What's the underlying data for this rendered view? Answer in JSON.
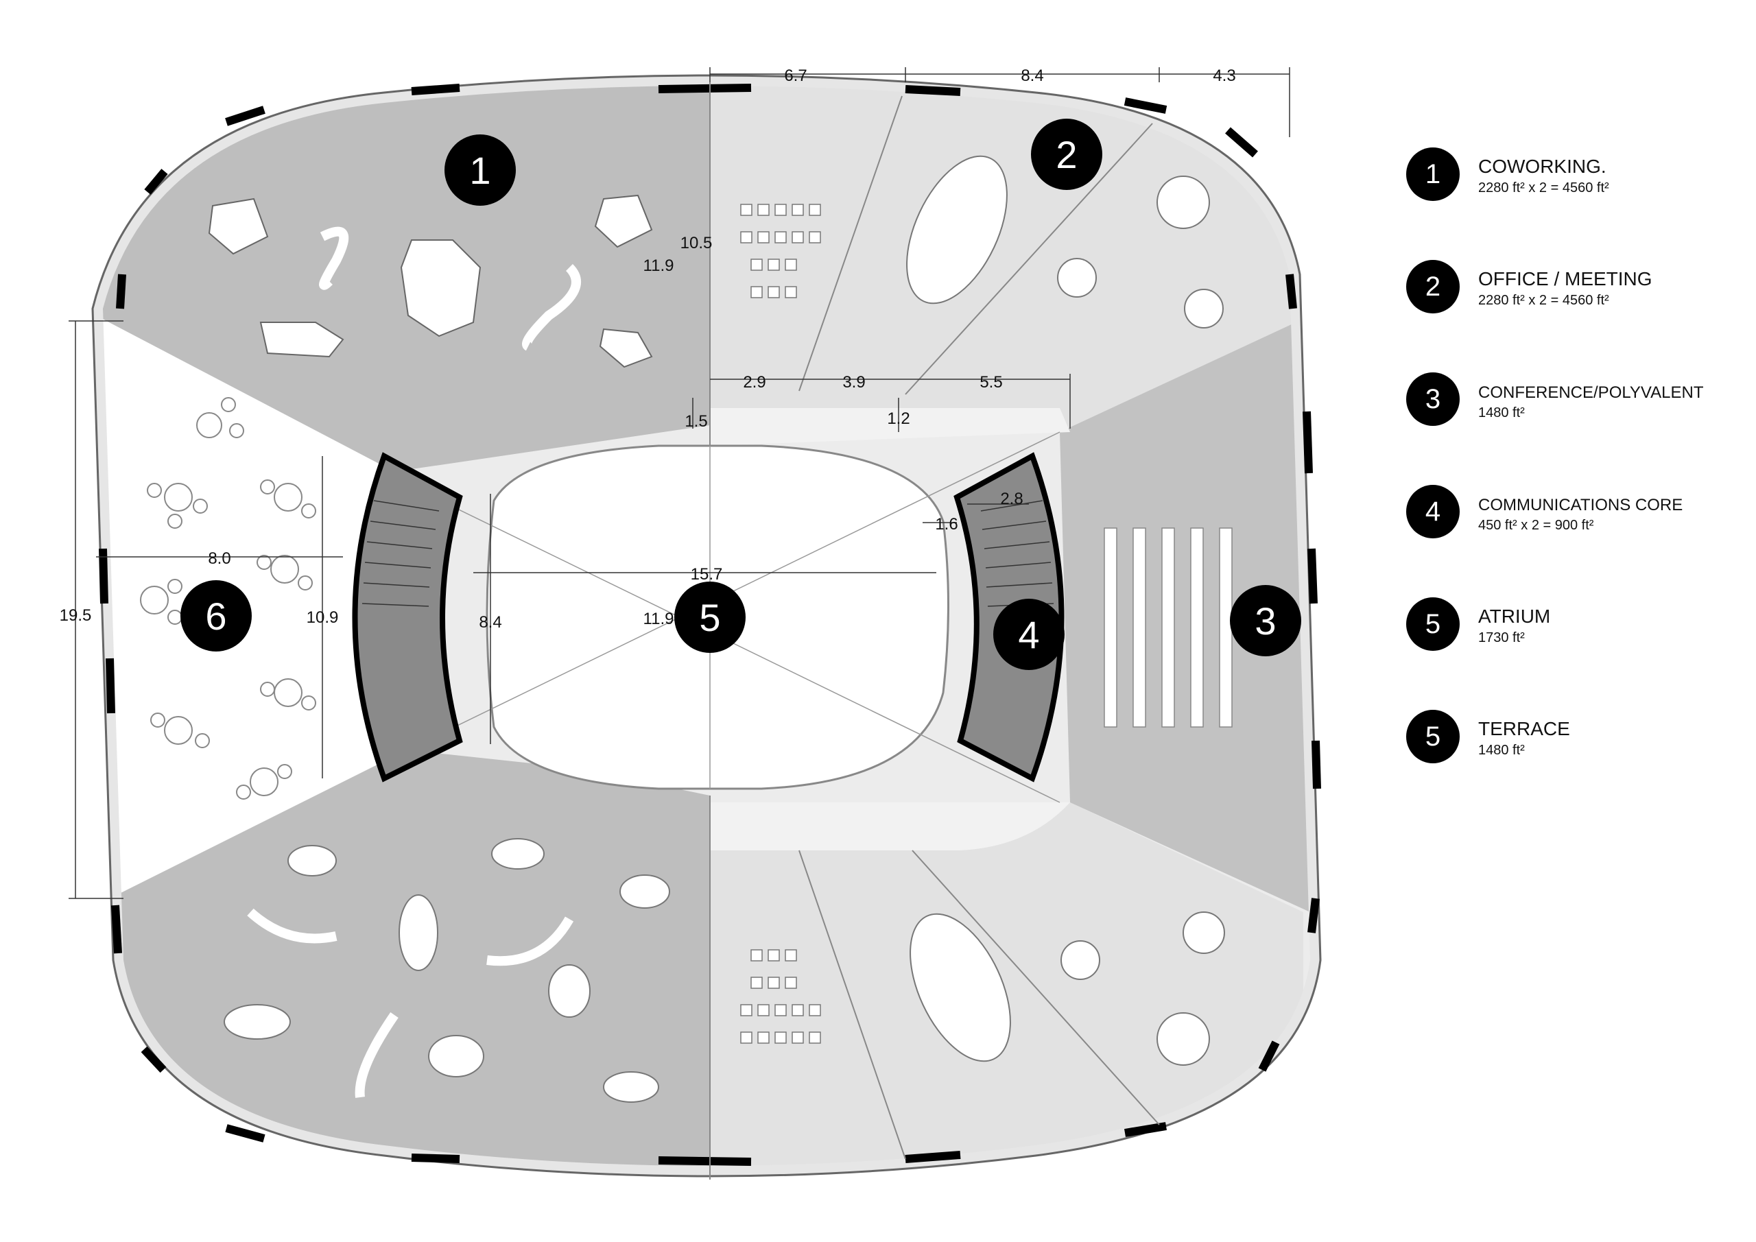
{
  "zones": [
    {
      "number": "1",
      "title": "COWORKING.",
      "area": "2280 ft² x 2 = 4560 ft²"
    },
    {
      "number": "2",
      "title": "OFFICE / MEETING",
      "area": "2280 ft² x 2 = 4560 ft²"
    },
    {
      "number": "3",
      "title": "CONFERENCE/POLYVALENT",
      "area": "1480 ft²"
    },
    {
      "number": "4",
      "title": "COMMUNICATIONS CORE",
      "area": "450 ft² x 2 = 900 ft²"
    },
    {
      "number": "5",
      "title": "ATRIUM",
      "area": "1730 ft²"
    },
    {
      "number": "5",
      "title": "TERRACE",
      "area": "1480 ft²"
    }
  ],
  "plan_labels": {
    "coworking": "1",
    "office": "2",
    "conference": "3",
    "core": "4",
    "atrium": "5",
    "terrace": "6"
  },
  "dimensions": {
    "top_a": "6.7",
    "top_b": "8.4",
    "top_c": "4.3",
    "office_depth": "10.5",
    "coworking_depth": "11.9",
    "mid_a": "2.9",
    "mid_b": "3.9",
    "mid_c": "5.5",
    "gap_left": "1.5",
    "gap_right": "1.2",
    "core_width": "2.8",
    "core_gap": "1.6",
    "terrace_depth": "8.0",
    "overall_height": "19.5",
    "terrace_span": "10.9",
    "atrium_half": "8.4",
    "atrium_width": "15.7",
    "atrium_depth": "11.9"
  }
}
